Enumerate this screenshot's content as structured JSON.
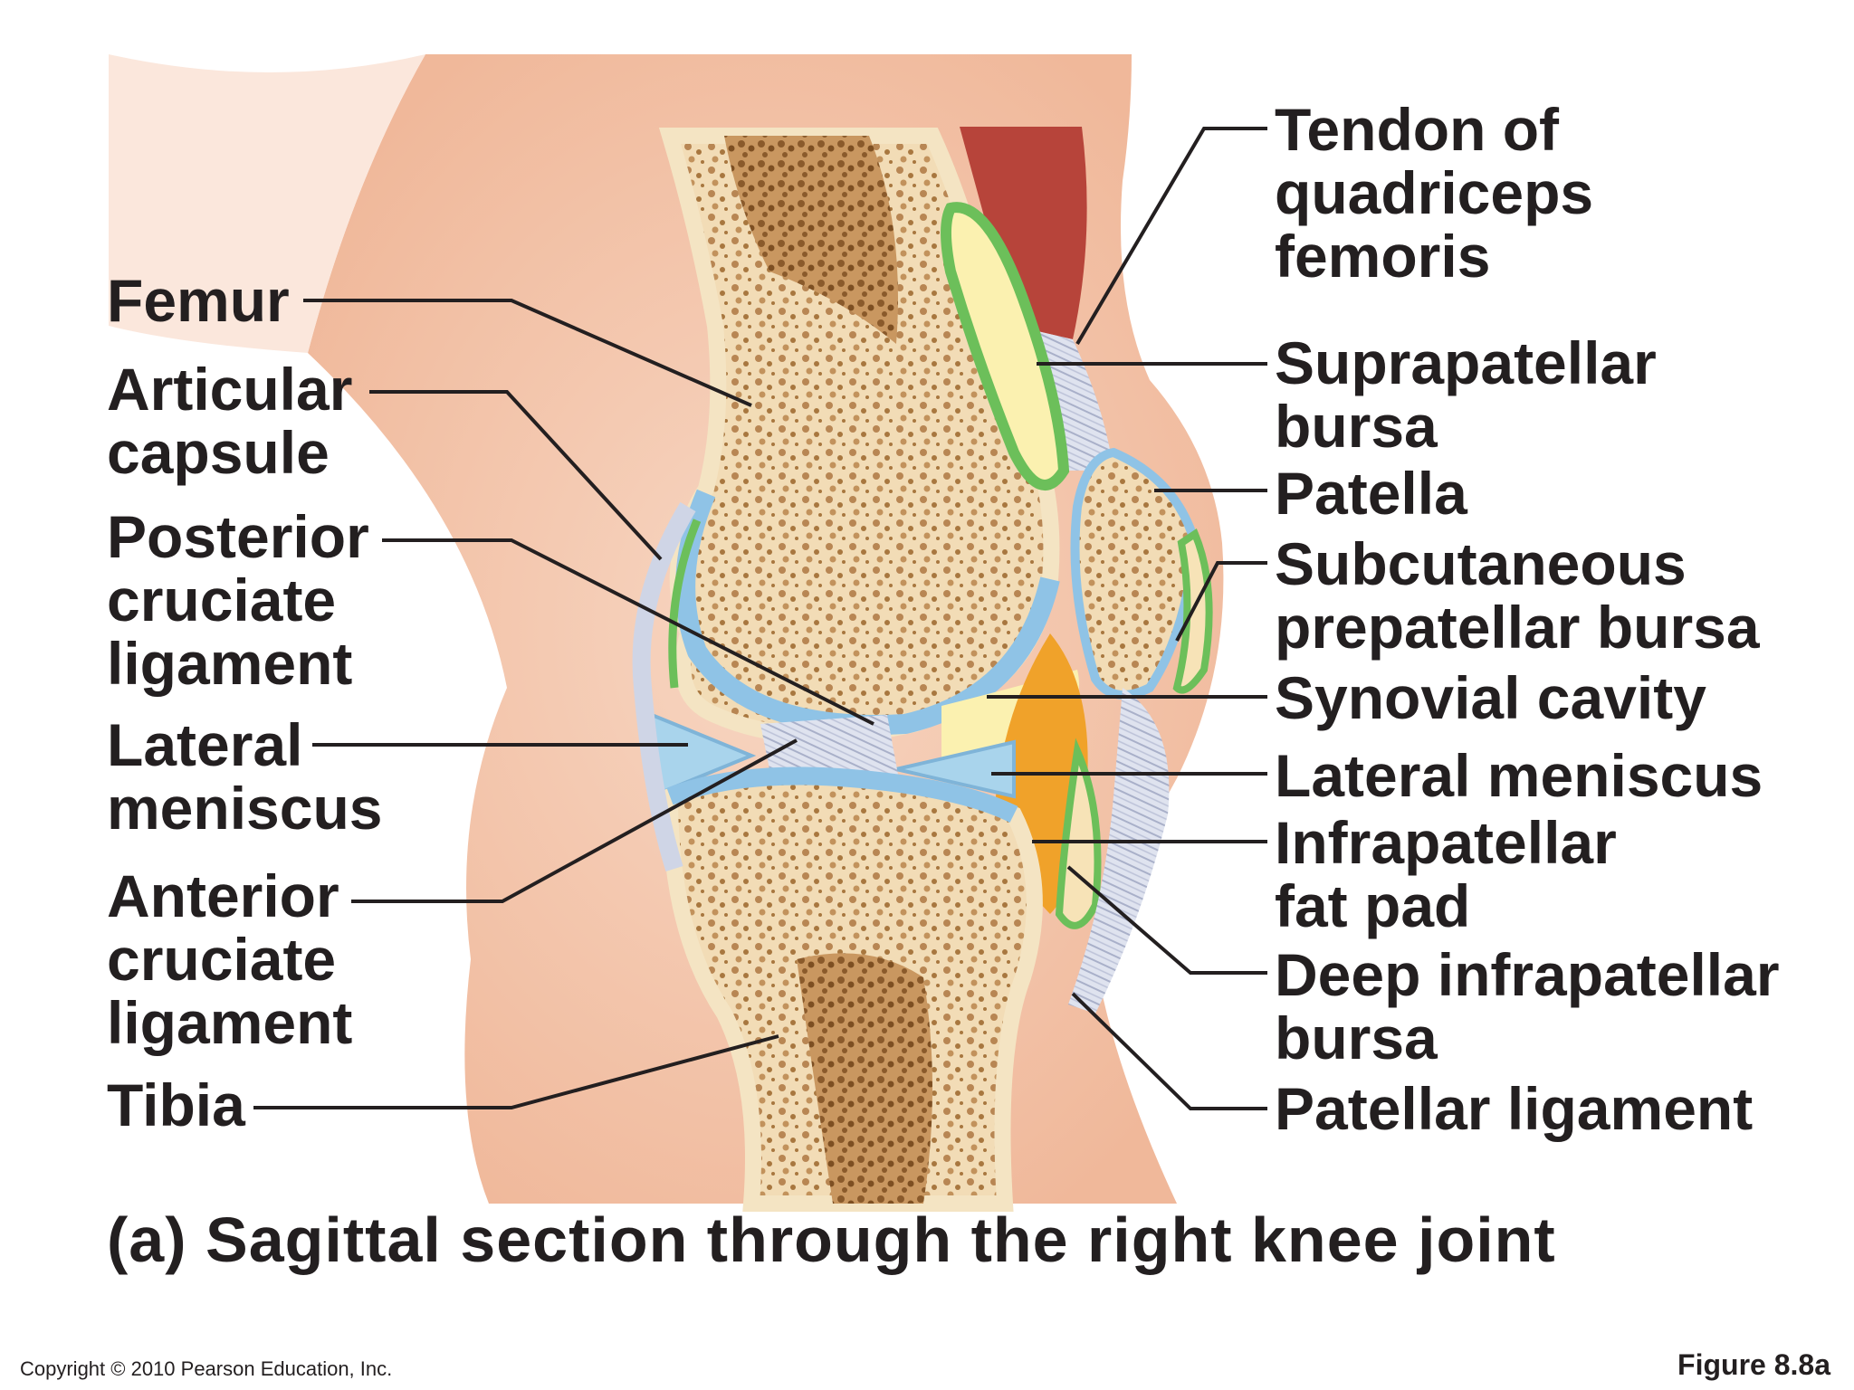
{
  "labels": {
    "femur": "Femur",
    "articular_capsule": [
      "Articular",
      "capsule"
    ],
    "posterior_cruciate": [
      "Posterior",
      "cruciate",
      "ligament"
    ],
    "lateral_meniscus_left": [
      "Lateral",
      "meniscus"
    ],
    "anterior_cruciate": [
      "Anterior",
      "cruciate",
      "ligament"
    ],
    "tibia": "Tibia",
    "tendon_quadriceps": [
      "Tendon of",
      "quadriceps",
      "femoris"
    ],
    "suprapatellar_bursa": [
      "Suprapatellar",
      "bursa"
    ],
    "patella": "Patella",
    "subcutaneous_prepatellar": [
      "Subcutaneous",
      "prepatellar bursa"
    ],
    "synovial_cavity": "Synovial cavity",
    "lateral_meniscus_right": "Lateral meniscus",
    "infrapatellar_fat_pad": [
      "Infrapatellar",
      "fat pad"
    ],
    "deep_infrapatellar_bursa": [
      "Deep infrapatellar",
      "bursa"
    ],
    "patellar_ligament": "Patellar ligament"
  },
  "caption": "(a) Sagittal section through the right knee joint",
  "copyright": "Copyright © 2010 Pearson Education, Inc.",
  "figure_number": "Figure 8.8a",
  "colors": {
    "text": "#231f20",
    "skin": "#f4c7ae",
    "bone_spongy": "#c79a62",
    "cartilage": "#8fc3e6",
    "synovial_membrane": "#6cbf5a",
    "fat_pad": "#f0a22a",
    "muscle": "#b7443a",
    "ligament": "#d9dde8"
  }
}
